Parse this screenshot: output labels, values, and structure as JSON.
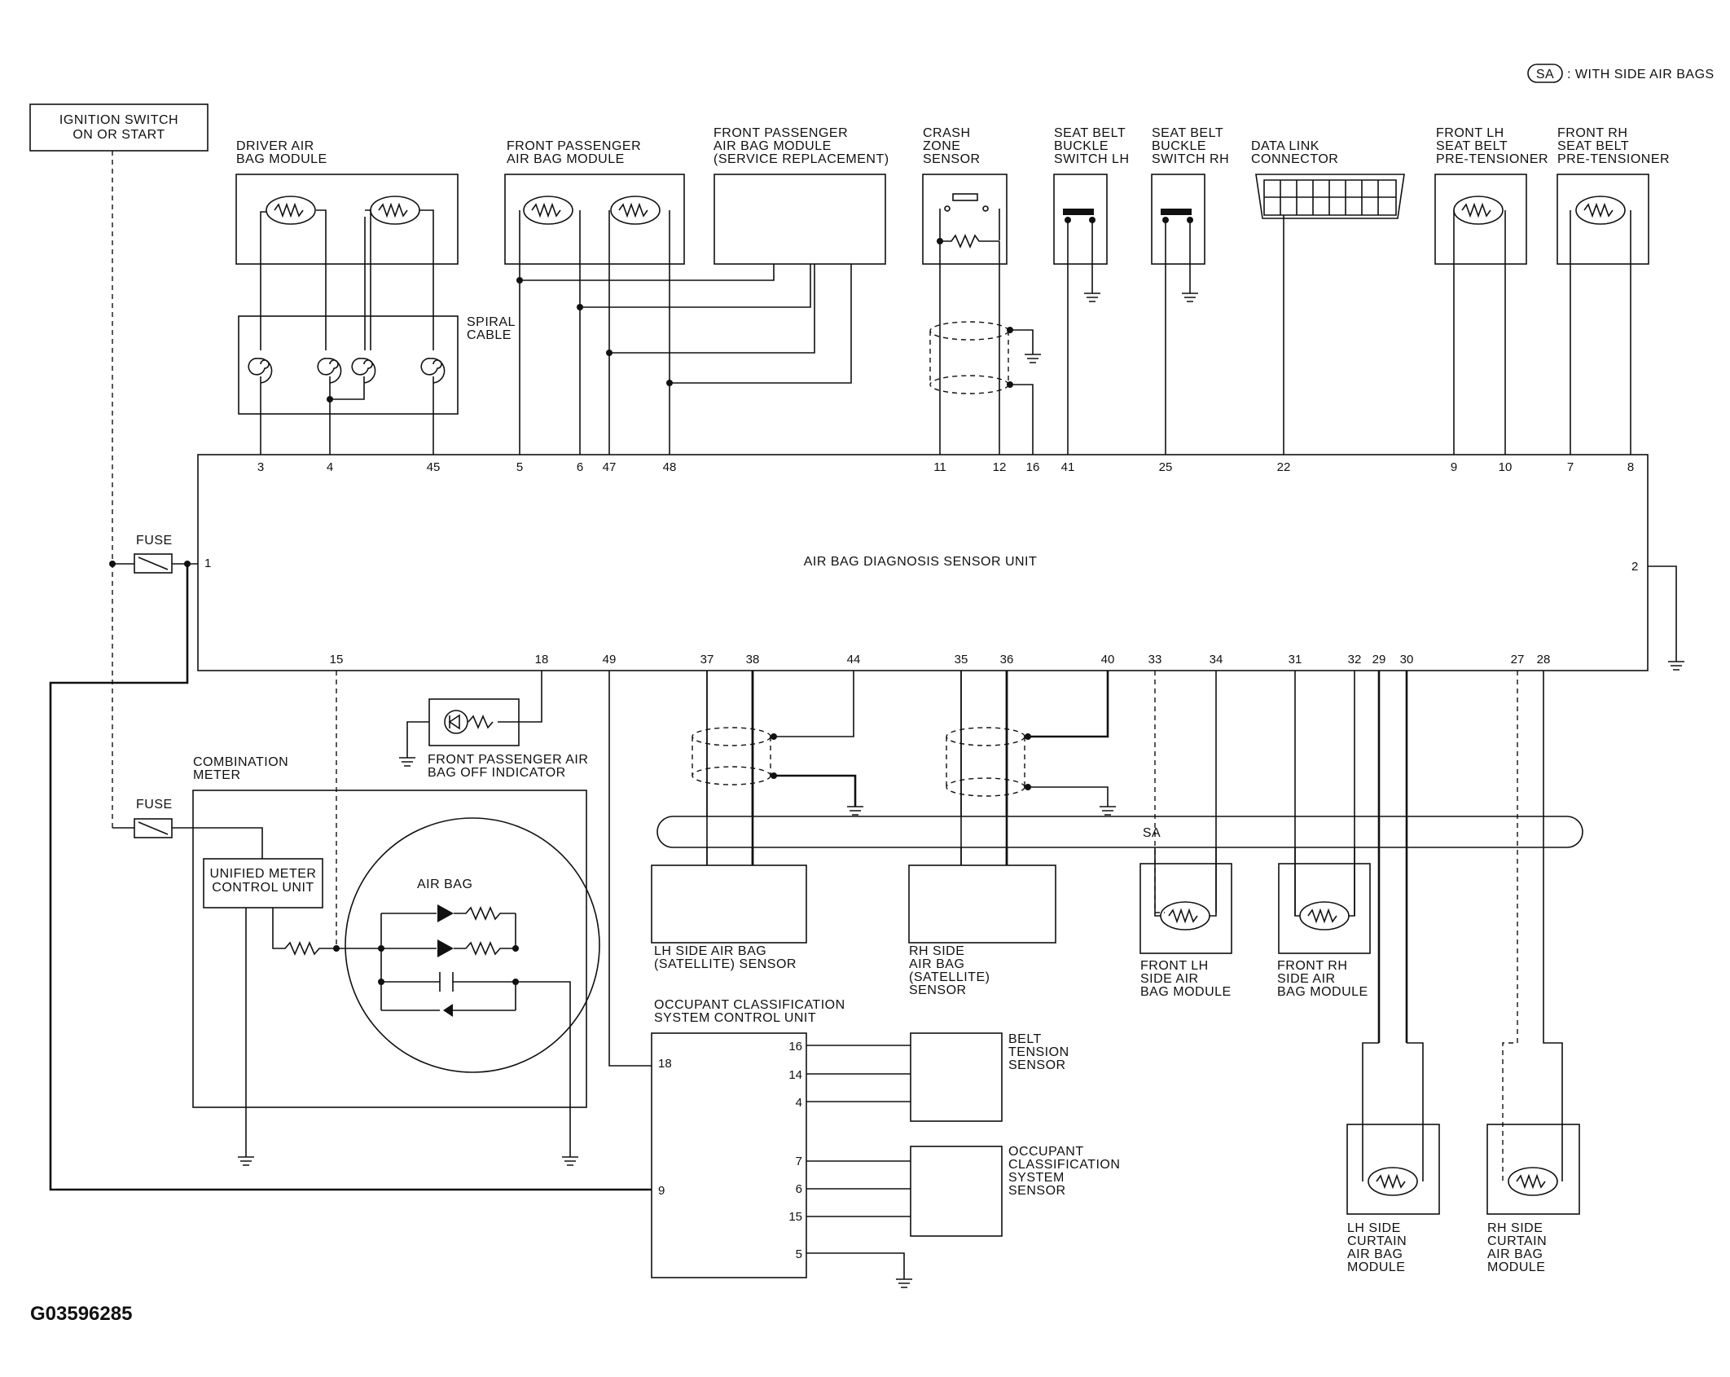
{
  "legend": {
    "badge": "SA",
    "text": ": WITH SIDE AIR BAGS"
  },
  "ignition": [
    "IGNITION SWITCH",
    "ON OR START"
  ],
  "modules": {
    "driver": [
      "DRIVER AIR",
      "BAG MODULE"
    ],
    "spiral": [
      "SPIRAL",
      "CABLE"
    ],
    "front_pass": [
      "FRONT PASSENGER",
      "AIR BAG MODULE"
    ],
    "front_pass_service": [
      "FRONT PASSENGER",
      "AIR BAG MODULE",
      "(SERVICE REPLACEMENT)"
    ],
    "crash": [
      "CRASH",
      "ZONE",
      "SENSOR"
    ],
    "buckle_lh": [
      "SEAT BELT",
      "BUCKLE",
      "SWITCH LH"
    ],
    "buckle_rh": [
      "SEAT BELT",
      "BUCKLE",
      "SWITCH RH"
    ],
    "dlc": [
      "DATA LINK",
      "CONNECTOR"
    ],
    "pt_lh": [
      "FRONT LH",
      "SEAT BELT",
      "PRE-TENSIONER"
    ],
    "pt_rh": [
      "FRONT RH",
      "SEAT BELT",
      "PRE-TENSIONER"
    ],
    "sensor_unit": "AIR BAG DIAGNOSIS SENSOR UNIT",
    "fuse": "FUSE",
    "fuse2": "FUSE",
    "pass_off": [
      "FRONT PASSENGER AIR",
      "BAG OFF INDICATOR"
    ],
    "combo": [
      "COMBINATION",
      "METER"
    ],
    "umcu": [
      "UNIFIED METER",
      "CONTROL UNIT"
    ],
    "airbag_lamp": "AIR BAG",
    "sa_bus": "SA",
    "lh_sat": [
      "LH SIDE AIR BAG",
      "(SATELLITE) SENSOR"
    ],
    "rh_sat": [
      "RH SIDE",
      "AIR BAG",
      "(SATELLITE)",
      "SENSOR"
    ],
    "front_lh_side": [
      "FRONT LH",
      "SIDE AIR",
      "BAG MODULE"
    ],
    "front_rh_side": [
      "FRONT RH",
      "SIDE AIR",
      "BAG MODULE"
    ],
    "ocs_cu": [
      "OCCUPANT CLASSIFICATION",
      "SYSTEM CONTROL UNIT"
    ],
    "belt_tension": [
      "BELT",
      "TENSION",
      "SENSOR"
    ],
    "ocs_sensor": [
      "OCCUPANT",
      "CLASSIFICATION",
      "SYSTEM",
      "SENSOR"
    ],
    "lh_curtain": [
      "LH SIDE",
      "CURTAIN",
      "AIR BAG",
      "MODULE"
    ],
    "rh_curtain": [
      "RH SIDE",
      "CURTAIN",
      "AIR BAG",
      "MODULE"
    ]
  },
  "pins": {
    "top": [
      {
        "id": "3"
      },
      {
        "id": "4"
      },
      {
        "id": "45"
      },
      {
        "id": "5"
      },
      {
        "id": "6"
      },
      {
        "id": "47"
      },
      {
        "id": "48"
      },
      {
        "id": "11"
      },
      {
        "id": "12"
      },
      {
        "id": "16"
      },
      {
        "id": "41"
      },
      {
        "id": "25"
      },
      {
        "id": "22"
      },
      {
        "id": "9"
      },
      {
        "id": "10"
      },
      {
        "id": "7"
      },
      {
        "id": "8"
      }
    ],
    "bottom": [
      {
        "id": "15"
      },
      {
        "id": "18"
      },
      {
        "id": "49"
      },
      {
        "id": "37"
      },
      {
        "id": "38"
      },
      {
        "id": "44"
      },
      {
        "id": "35"
      },
      {
        "id": "36"
      },
      {
        "id": "40"
      },
      {
        "id": "33"
      },
      {
        "id": "34"
      },
      {
        "id": "31"
      },
      {
        "id": "32"
      },
      {
        "id": "29"
      },
      {
        "id": "30"
      },
      {
        "id": "27"
      },
      {
        "id": "28"
      }
    ],
    "side_left": "1",
    "side_right": "2",
    "ocs_left": [
      "18",
      "9"
    ],
    "ocs_right": [
      "16",
      "14",
      "4",
      "7",
      "6",
      "15",
      "5"
    ]
  },
  "figure_id": "G03596285"
}
